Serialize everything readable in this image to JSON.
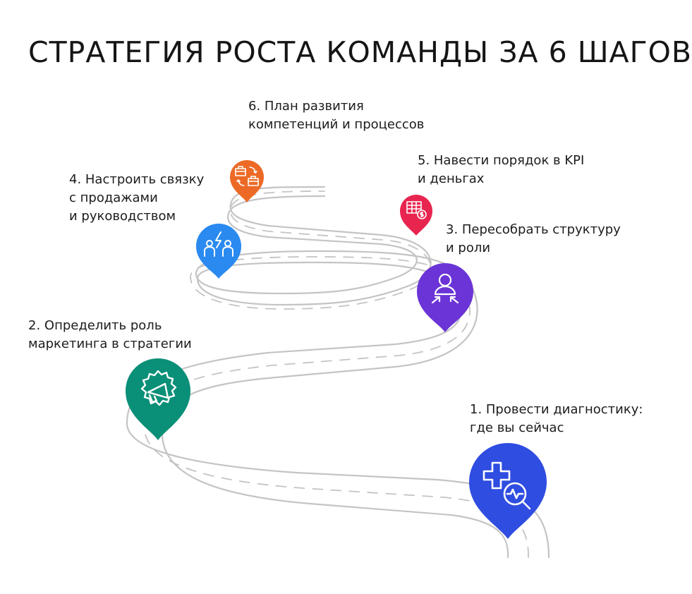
{
  "title": "СТРАТЕГИЯ РОСТА КОМАНДЫ ЗА 6 ШАГОВ",
  "colors": {
    "road": "#c4c4c4",
    "dash": "#c4c4c4",
    "step1": "#2f4de0",
    "step2": "#0a8f78",
    "step3": "#6b34d6",
    "step4": "#2a8af0",
    "step5": "#e8254f",
    "step6": "#ec6a26"
  },
  "steps": [
    {
      "number": 1,
      "lines": [
        "1. Провести диагностику:",
        "где вы сейчас"
      ],
      "icon": "medical-cross-magnifier-icon"
    },
    {
      "number": 2,
      "lines": [
        "2. Определить роль",
        "маркетинга в стратегии"
      ],
      "icon": "megaphone-icon"
    },
    {
      "number": 3,
      "lines": [
        "3. Пересобрать структуру",
        "и роли"
      ],
      "icon": "person-arrows-icon"
    },
    {
      "number": 4,
      "lines": [
        "4. Настроить связку",
        "с продажами",
        "и руководством"
      ],
      "icon": "two-people-lightning-icon"
    },
    {
      "number": 5,
      "lines": [
        "5. Навести порядок в KPI",
        "и деньгах"
      ],
      "icon": "table-dollar-icon"
    },
    {
      "number": 6,
      "lines": [
        "6. План развития",
        "компетенций и процессов"
      ],
      "icon": "briefcase-swap-icon"
    }
  ]
}
